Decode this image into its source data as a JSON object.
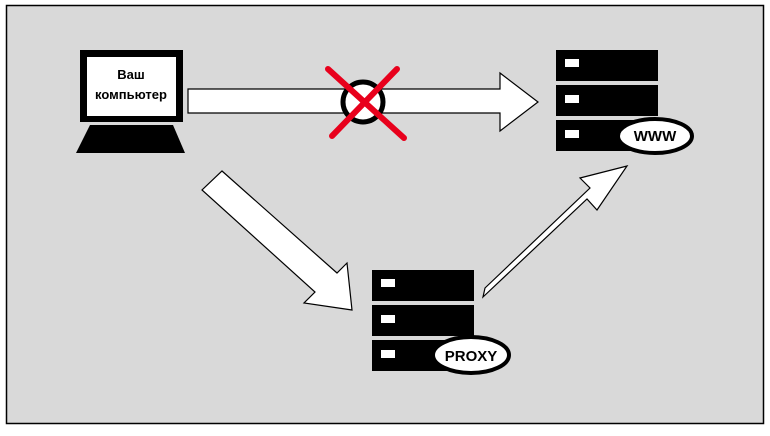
{
  "colors": {
    "background": "#d9d9d9",
    "frame": "#000000",
    "device": "#000000",
    "screen": "#ffffff",
    "arrow_fill": "#ffffff",
    "blocked_mark": "#e8001c"
  },
  "computer": {
    "label_line1": "Ваш",
    "label_line2": "компьютер",
    "icon": "laptop-icon"
  },
  "web_server": {
    "badge": "WWW",
    "icon": "server-icon"
  },
  "proxy_server": {
    "badge": "PROXY",
    "icon": "server-icon"
  },
  "connections": {
    "direct": {
      "status": "blocked",
      "icon": "red-x-icon"
    },
    "to_proxy": {
      "status": "open"
    },
    "proxy_to_web": {
      "status": "open"
    }
  }
}
